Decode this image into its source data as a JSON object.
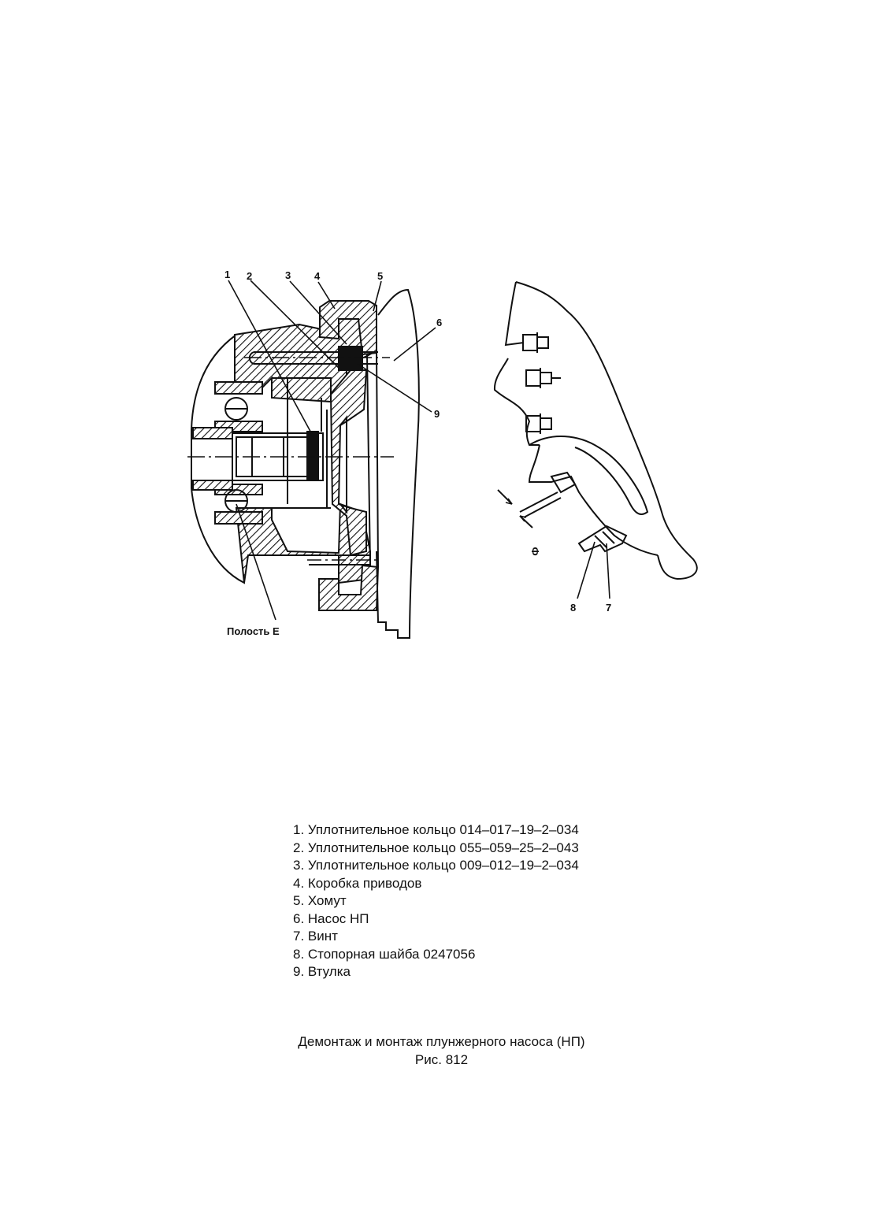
{
  "callouts": {
    "c1": "1",
    "c2": "2",
    "c3": "3",
    "c4": "4",
    "c5": "5",
    "c6": "6",
    "c7": "7",
    "c8": "8",
    "c9": "9",
    "cavity": "Полость Е",
    "gap": "Ф"
  },
  "legend": [
    "1. Уплотнительное кольцо 014–017–19–2–034",
    "2. Уплотнительное кольцо 055–059–25–2–043",
    "3. Уплотнительное кольцо 009–012–19–2–034",
    "4. Коробка приводов",
    "5. Хомут",
    "6. Насос НП",
    "7. Винт",
    "8. Стопорная шайба 0247056",
    "9. Втулка"
  ],
  "caption": {
    "title": "Демонтаж и монтаж плунжерного насоса (НП)",
    "figure": "Рис. 812"
  }
}
